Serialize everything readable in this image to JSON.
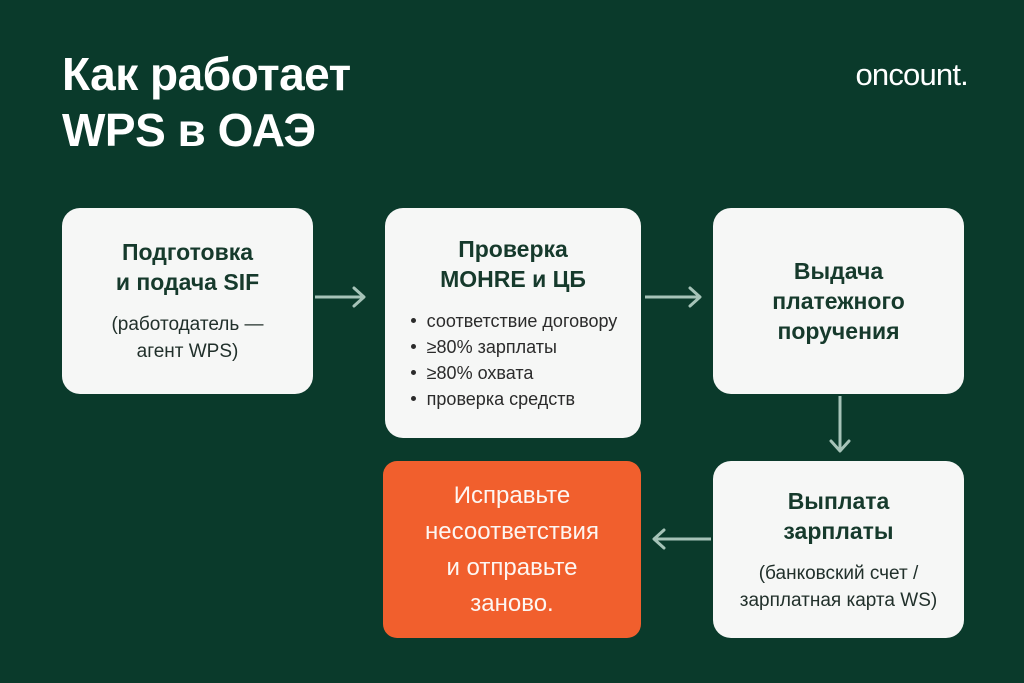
{
  "header": {
    "title": "Как работает\nWPS в ОАЭ",
    "logo": "oncount."
  },
  "colors": {
    "background": "#0A3A2B",
    "card": "#F6F7F6",
    "accent": "#F15F2D",
    "arrow": "#A6C3B8",
    "heading_text": "#163A2C",
    "body_text": "#2B2B2B",
    "title_text": "#FFFFFF"
  },
  "flow": {
    "steps": [
      {
        "id": "prepare",
        "title": "Подготовка\nи подача SIF",
        "subtitle": "(работодатель —\nагент WPS)",
        "bullets": []
      },
      {
        "id": "check",
        "title": "Проверка\nMOHRE и ЦБ",
        "subtitle": "",
        "bullets": [
          "соответствие договору",
          "≥80% зарплаты",
          "≥80% охвата",
          "проверка средств"
        ]
      },
      {
        "id": "issue",
        "title": "Выдача\nплатежного\nпоручения",
        "subtitle": "",
        "bullets": []
      },
      {
        "id": "payout",
        "title": "Выплата\nзарплаты",
        "subtitle": "(банковский счет /\nзарплатная карта WS)",
        "bullets": []
      },
      {
        "id": "fix",
        "title": "Исправьте\nнесоответствия\nи отправьте\nзаново.",
        "subtitle": "",
        "bullets": []
      }
    ],
    "connectors": [
      {
        "id": "prepare-to-check",
        "direction": "right"
      },
      {
        "id": "check-to-issue",
        "direction": "right"
      },
      {
        "id": "issue-to-payout",
        "direction": "down"
      },
      {
        "id": "payout-to-fix",
        "direction": "left"
      }
    ]
  }
}
